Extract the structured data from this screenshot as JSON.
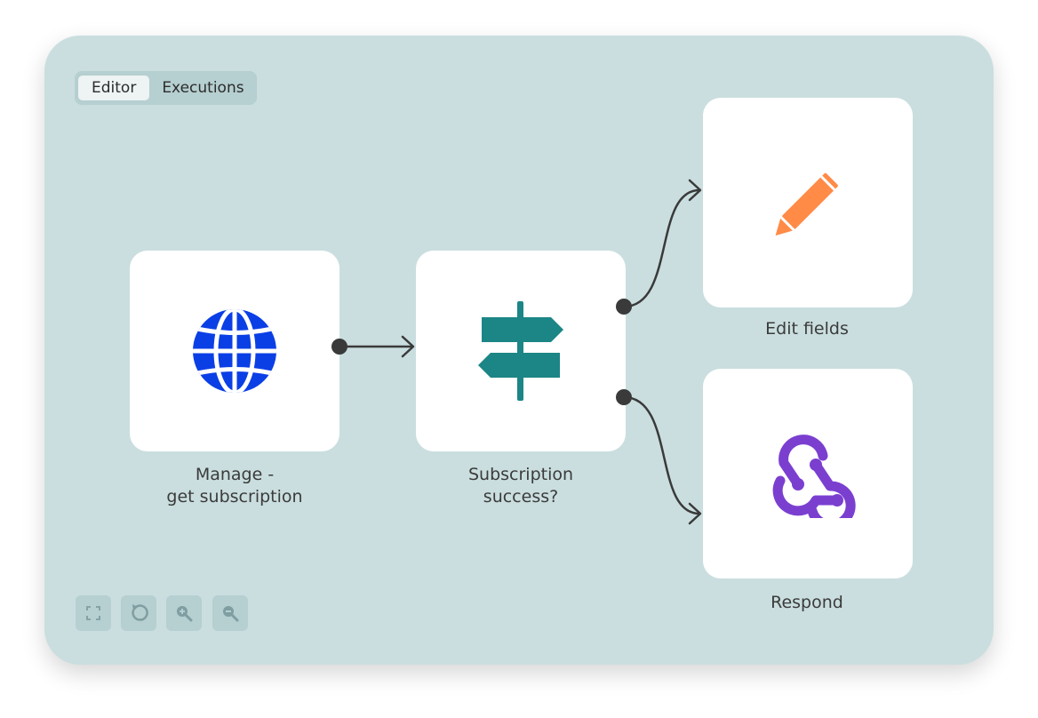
{
  "tabs": [
    {
      "label": "Editor",
      "active": true
    },
    {
      "label": "Executions",
      "active": false
    }
  ],
  "nodes": {
    "manage": {
      "label": "Manage -\nget subscription",
      "icon": "globe-icon",
      "color": "#0b3fe6"
    },
    "subscription": {
      "label": "Subscription\nsuccess?",
      "icon": "signpost-icon",
      "color": "#1c8585"
    },
    "edit": {
      "label": "Edit fields",
      "icon": "pencil-icon",
      "color": "#ff8b47"
    },
    "respond": {
      "label": "Respond",
      "icon": "webhook-icon",
      "color": "#7b3fd0"
    }
  },
  "controls": [
    "fit-view-icon",
    "reset-icon",
    "zoom-in-icon",
    "zoom-out-icon"
  ],
  "colors": {
    "canvas": "#cadedf",
    "connector": "#3a3a3a",
    "panel": "#b6cfd1"
  }
}
